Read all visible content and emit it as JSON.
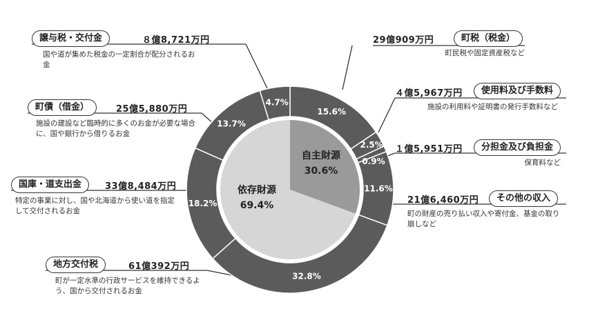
{
  "chart_data": {
    "type": "pie",
    "inner": {
      "slices": [
        {
          "label": "自主財源",
          "pct_label": "30.6%",
          "value": 30.6,
          "color": "#9a9a9a"
        },
        {
          "label": "依存財源",
          "pct_label": "69.4%",
          "value": 69.4,
          "color": "#d6d6d6"
        }
      ]
    },
    "outer": {
      "slices": [
        {
          "label": "町税（税金）",
          "pct_label": "15.6%",
          "value": 15.6,
          "amount": "29億909万円",
          "desc": "町民税や固定資産税など"
        },
        {
          "label": "使用料及び手数料",
          "pct_label": "2.5%",
          "value": 2.5,
          "amount": "４億5,967万円",
          "desc": "施設の利用料や証明書の発行手数料など"
        },
        {
          "label": "分担金及び負担金",
          "pct_label": "0.9%",
          "value": 0.9,
          "amount": "１億5,951万円",
          "desc": "保育料など"
        },
        {
          "label": "その他の収入",
          "pct_label": "11.6%",
          "value": 11.6,
          "amount": "21億6,460万円",
          "desc": "町の財産の売り払い収入や寄付金、基金の取り崩しなど"
        },
        {
          "label": "地方交付税",
          "pct_label": "32.8%",
          "value": 32.8,
          "amount": "61億392万円",
          "desc": "町が一定水準の行政サービスを維持できるよう、国から交付されるお金"
        },
        {
          "label": "国庫・道支出金",
          "pct_label": "18.2%",
          "value": 18.2,
          "amount": "33億8,484万円",
          "desc": "特定の事業に対し、国や北海道から使い道を指定して交付されるお金"
        },
        {
          "label": "町債（借金）",
          "pct_label": "13.7%",
          "value": 13.7,
          "amount": "25億5,880万円",
          "desc": "施設の建設など臨時的に多くのお金が必要な場合に、国や銀行から借りるお金"
        },
        {
          "label": "譲与税・交付金",
          "pct_label": "4.7%",
          "value": 4.7,
          "amount": "８億8,721万円",
          "desc": "国や道が集めた税金の一定割合が配分されるお金"
        }
      ],
      "color": "#5b5b5b"
    }
  }
}
